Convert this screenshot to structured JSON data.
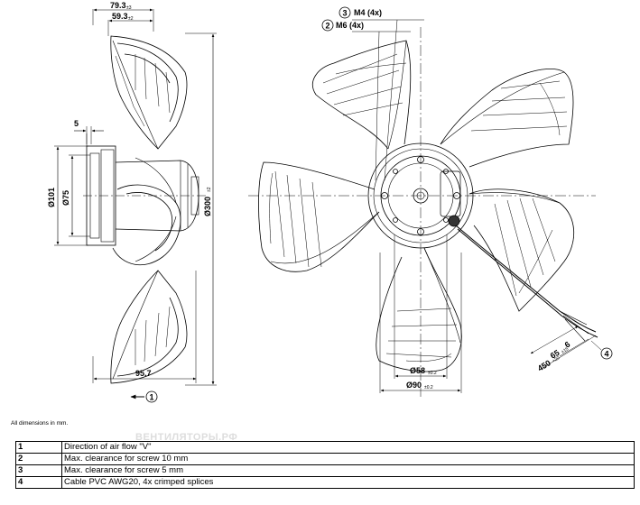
{
  "side_view": {
    "dims": {
      "total_width": "79.3",
      "total_width_tol": "±3",
      "width2": "59.3",
      "width2_tol": "±2",
      "bottom_width": "95.7",
      "left_offset": "5",
      "d101": "Ø101",
      "d75": "Ø75",
      "d300": "Ø300",
      "d300_tol": "±2"
    },
    "airflow_callout": "1"
  },
  "front_view": {
    "callouts": [
      {
        "num": "3",
        "text": "M4 (4x)"
      },
      {
        "num": "2",
        "text": "M6 (4x)"
      },
      {
        "num": "4",
        "text": ""
      }
    ],
    "dims": {
      "d58": "Ø58",
      "d58_tol": "±0.2",
      "d90": "Ø90",
      "d90_tol": "±0.2",
      "cable_len": "450",
      "cable_len_tol": "+20",
      "strip_len": "65",
      "strip_len_tol": "±15",
      "end_len": "6"
    }
  },
  "note": "All dimensions in mm.",
  "watermark": "ВЕНТИЛЯТОРЫ.РФ",
  "legend": [
    {
      "num": "1",
      "text": "Direction of air flow \"V\""
    },
    {
      "num": "2",
      "text": "Max. clearance for screw 10 mm"
    },
    {
      "num": "3",
      "text": "Max. clearance for screw 5 mm"
    },
    {
      "num": "4",
      "text": "Cable PVC AWG20, 4x crimped splices"
    }
  ]
}
